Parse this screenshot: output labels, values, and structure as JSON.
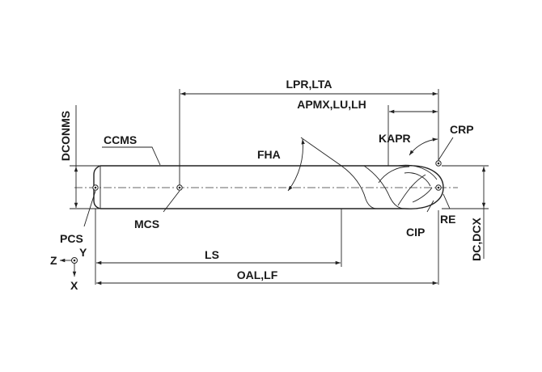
{
  "labels": {
    "lpr_lta": "LPR,LTA",
    "apmx_lu_lh": "APMX,LU,LH",
    "crp": "CRP",
    "kapr": "KAPR",
    "dconms": "DCONMS",
    "ccms": "CCMS",
    "fha": "FHA",
    "pcs": "PCS",
    "mcs": "MCS",
    "cip": "CIP",
    "re": "RE",
    "dc_dcx": "DC,DCX",
    "ls": "LS",
    "oal_lf": "OAL,LF"
  },
  "axes": {
    "z": "Z",
    "y": "Y",
    "x": "X"
  }
}
